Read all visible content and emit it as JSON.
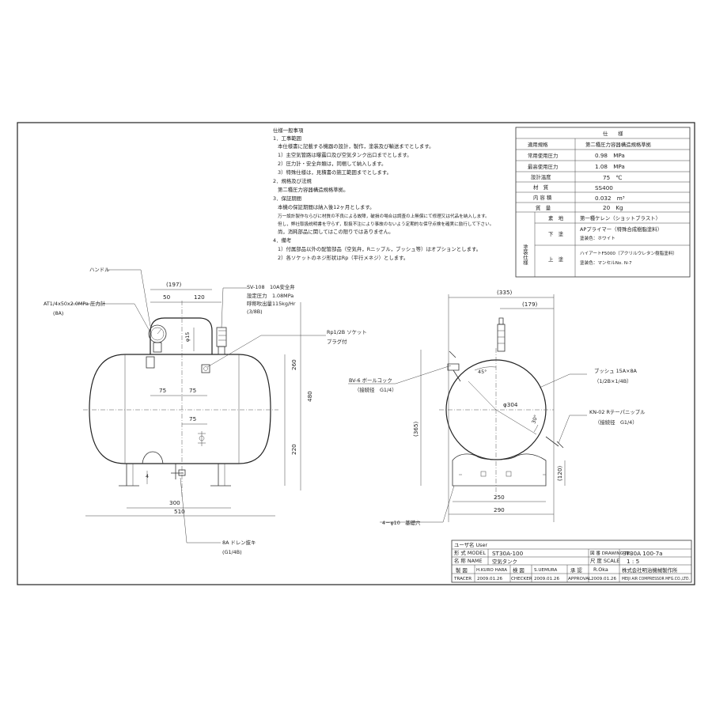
{
  "general_notes": {
    "title": "仕様一般事項",
    "lines": [
      "1．工事範囲",
      "本仕様書に記載する機器の設計，製作，塗装及び輸送までとします。",
      "1）主空気管路は曝露口及び空気タンク出口までとします。",
      "2）圧力計・安全弁類は，同梱して納入します。",
      "3）特殊仕様は，見積書の施工範囲までとします。",
      "2．規格及び法規",
      "第二種圧力容器構造規格準拠。",
      "3．保証期間",
      "本機の保証期間は納入後12ヶ月とします。",
      "万一設計製作ならびに材質の不良による故障，破損の場合は調査の上無償にて修理又は代品を納入します。",
      "但し，弊社取扱説明書を守らず，取扱不注により事故のないよう定期的な保守点検を確実に励行して下さい。",
      "尚，消耗部品に関してはこの限りではありません。",
      "4．備考",
      "1）付属部品以外の配管部品（空気弁，Rニップル，ブッシュ等）はオプションとします。",
      "2）各ソケットのネジ形状はRp（平行メネジ）とします。"
    ]
  },
  "spec_table": {
    "header": "仕　　様",
    "rows": [
      {
        "label": "適用規格",
        "value": "第二種圧力容器構造規格準拠"
      },
      {
        "label": "常用使用圧力",
        "value": "0.98　MPa"
      },
      {
        "label": "最高使用圧力",
        "value": "1.08　MPa"
      },
      {
        "label": "設計温度",
        "value": "75　℃"
      },
      {
        "label": "材　質",
        "value": "SS400"
      },
      {
        "label": "内 容 積",
        "value": "0.032　m³"
      },
      {
        "label": "質　量",
        "value": "20　Kg"
      }
    ],
    "paint_group_label": "塗装仕様",
    "paint_rows": [
      {
        "label": "素　地",
        "value": "第一種ケレン（ショットブラスト）"
      },
      {
        "label": "下　塗",
        "value": "APプライマー（特殊合成樹脂塗料）",
        "value2": "塗装色：ホワイト"
      },
      {
        "label": "上　塗",
        "value": "ハイアートF5000（アクリルウレタン樹脂塗料）",
        "value2": "塗装色：マンセルNo. N-7"
      }
    ]
  },
  "front_view": {
    "callouts": {
      "handle": "ハンドル",
      "gauge": "AT1/4x50x2.0MPa 圧力計",
      "gauge_size": "(8A)",
      "safety_valve": "SV-108　10A安全弁",
      "sv_set": "設定圧力　1.08MPa",
      "sv_flow": "呼称吹出量115kg/Hr",
      "sv_size": "(3/8B)",
      "socket": "Rp1/2B ソケット",
      "plug": "プラグ付",
      "drain": "8A ドレン抜キ",
      "drain_size": "(G1/4B)"
    },
    "dims": {
      "d197": "(197)",
      "d50": "50",
      "d120": "120",
      "d15": "φ15",
      "d75a": "75",
      "d75b": "75",
      "d75c": "75",
      "d260": "260",
      "d220": "220",
      "d480": "480",
      "d4": "4",
      "d300": "300",
      "d510": "510"
    }
  },
  "side_view": {
    "callouts": {
      "ball_valve": "BV-6 ボールコック",
      "ball_valve_size": "（接続径　G1/4）",
      "bush": "ブッシュ 15A×8A",
      "bush_size": "（1/2B×1/4B）",
      "nipple": "KN-02 Rテーパニップル",
      "nipple_size": "（接続径　G1/4）",
      "base_holes": "4－φ10　基礎穴"
    },
    "dims": {
      "d335": "(335)",
      "d179": "(179)",
      "a45": "45°",
      "a30": "30°",
      "d304": "φ304",
      "d365": "(365)",
      "d120": "(120)",
      "d250": "250",
      "d290": "290"
    }
  },
  "title_block": {
    "user_label": "ユーザ名 User",
    "model_label": "形 式 MODEL",
    "model_value": "ST30A-100",
    "name_label": "名 称 NAME",
    "name_value": "空気タンク",
    "drawing_no_label": "図 番 DRAWING No.",
    "drawing_no_value": "ST30A 100-7a",
    "scale_label": "尺 度 SCALE",
    "scale_value": "1 : 5",
    "tracer_label": "製 図",
    "tracer_label_en": "TRACER",
    "tracer_name": "H.KURO HARA",
    "tracer_date": "2009.01.26",
    "checker_label": "検 図",
    "checker_label_en": "CHECKER",
    "checker_name": "S.UEMURA",
    "checker_date": "2009.01.26",
    "approval_label": "承 認",
    "approval_label_en": "APPROVAL",
    "approval_name": "R.Oka",
    "approval_date": "2009.01.26",
    "company": "株式会社明治機械製作所",
    "company_en": "MEIJI AIR COMPRESSOR MFG.CO.,LTD."
  },
  "colors": {
    "line": "#333333",
    "paper": "#ffffff"
  }
}
